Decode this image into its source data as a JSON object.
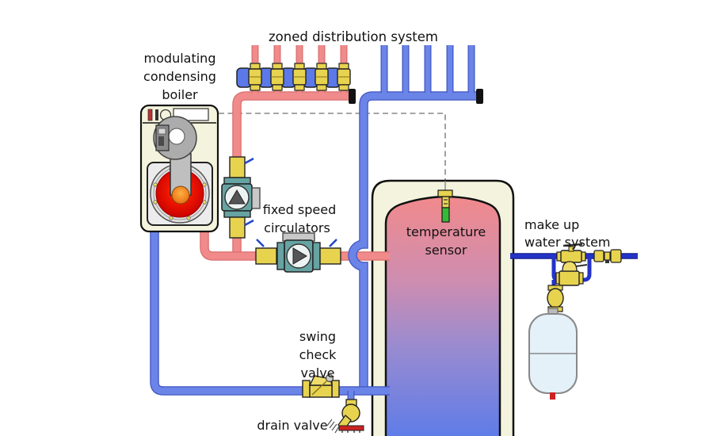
{
  "labels": {
    "zoned_distribution": {
      "lines": [
        "zoned distribution system"
      ]
    },
    "boiler": {
      "lines": [
        "modulating",
        "condensing",
        "boiler"
      ]
    },
    "circulators": {
      "lines": [
        "fixed speed",
        "circulators"
      ]
    },
    "temperature_sensor": {
      "lines": [
        "temperature",
        "sensor"
      ]
    },
    "makeup_water": {
      "lines": [
        "make up",
        "water system"
      ]
    },
    "swing_check": {
      "lines": [
        "swing",
        "check",
        "valve"
      ]
    },
    "drain_valve": {
      "lines": [
        "drain valve"
      ]
    }
  },
  "colors": {
    "supply_pipe": "#F18A8A",
    "supply_casing": "#D96F6F",
    "return_pipe": "#6B84E8",
    "return_casing": "#4156C0",
    "makeup_pipe": "#2433C8",
    "makeup_casing": "#141E8C",
    "control_wire": "#888888",
    "valve_yellow": "#E8D34F",
    "pump_teal": "#67A3A3",
    "tank_shell": "#F4F4DE",
    "tank_hot": "#F18A8C",
    "tank_cold": "#5E7CE8",
    "expansion_tank": "#E4F1F8",
    "burner_red": "#DD1100",
    "drain_base_red": "#CC2222"
  }
}
